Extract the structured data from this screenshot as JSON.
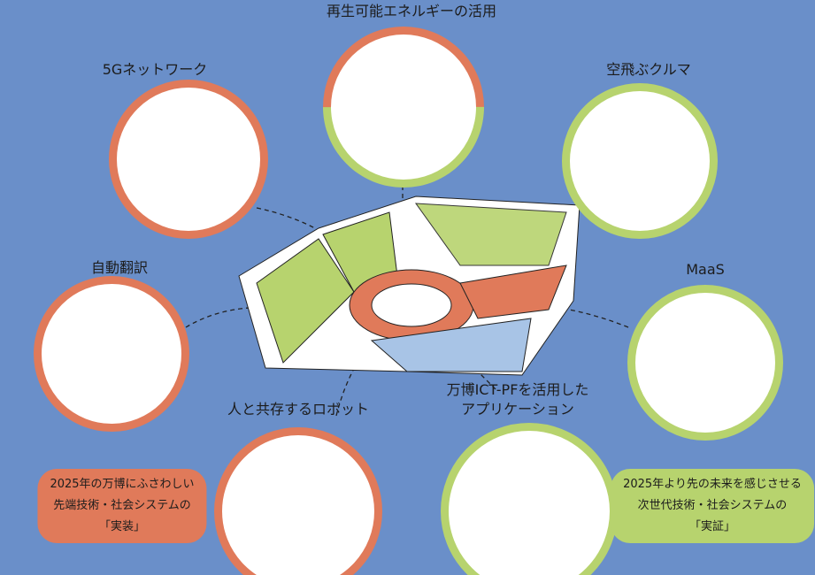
{
  "labels": {
    "renewable": "再生可能エネルギーの活用",
    "fiveg": "5Gネットワーク",
    "flying_car": "空飛ぶクルマ",
    "translation": "自動翻訳",
    "maas": "MaaS",
    "robot": "人と共存するロボット",
    "app_line1": "万博ICT-PFを活用した",
    "app_line2": "アプリケーション"
  },
  "left_note": {
    "line1": "2025年の万博にふさわしい",
    "line2": "先端技術・社会システムの",
    "line3": "「実装」"
  },
  "right_note": {
    "line1": "2025年より先の未来を感じさせる",
    "line2": "次世代技術・社会システムの",
    "line3": "「実証」"
  },
  "colors": {
    "background": "#6a8fc9",
    "orange": "#e07a5a",
    "green": "#b7d36e"
  }
}
